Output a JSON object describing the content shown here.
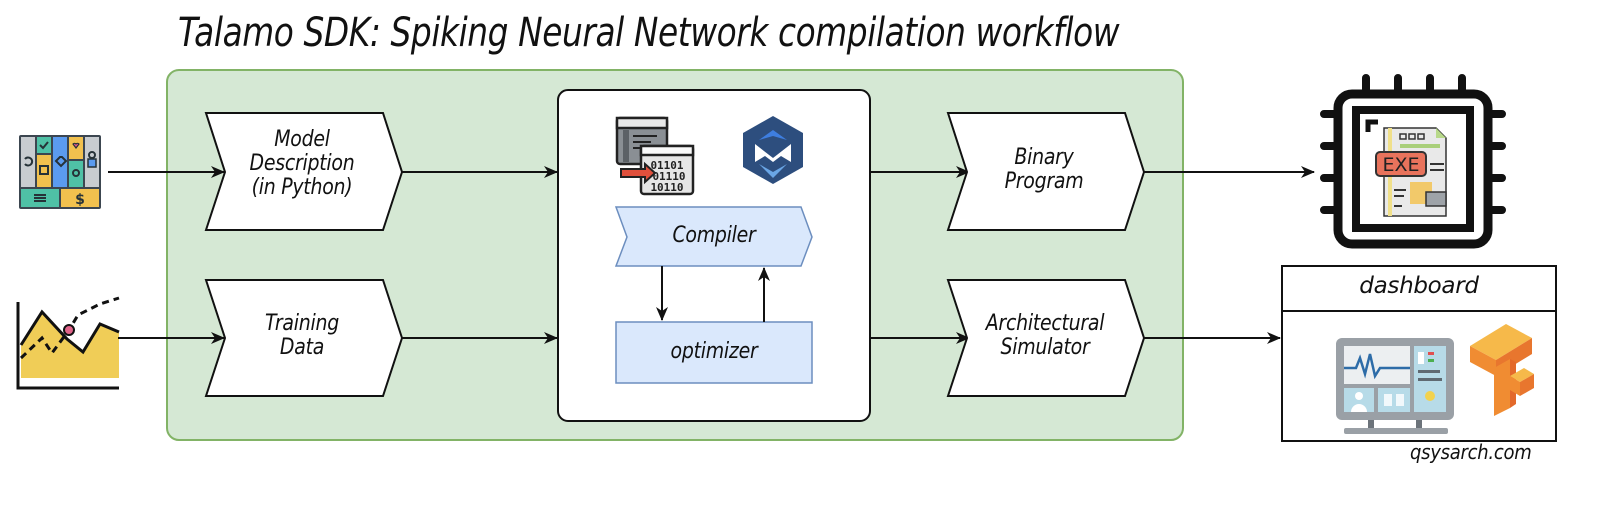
{
  "title": "Talamo SDK: Spiking Neural Network compilation workflow",
  "colors": {
    "panel_fill": "#d5e8d4",
    "panel_border": "#82b366",
    "compiler_fill": "#dae8fc",
    "compiler_border": "#6c8ebf",
    "ink": "#111111"
  },
  "inputs": [
    {
      "icon": "kanban-board-icon",
      "label": "Model\nDescription\n(in Python)",
      "lines": [
        "Model",
        "Description",
        "(in Python)"
      ]
    },
    {
      "icon": "area-chart-icon",
      "label": "Training Data",
      "lines": [
        "Training",
        "Data"
      ]
    }
  ],
  "compiler_block": {
    "icons": [
      "code-to-binary-icon",
      "m-hexagon-logo-icon"
    ],
    "compiler_label": "Compiler",
    "optimizer_label": "optimizer"
  },
  "outputs": [
    {
      "lines": [
        "Binary",
        "Program"
      ],
      "target_icon": "chip-exe-icon"
    },
    {
      "lines": [
        "Architectural",
        "Simulator"
      ],
      "target": "dashboard"
    }
  ],
  "dashboard": {
    "title": "dashboard",
    "icons": [
      "monitor-dashboard-icon",
      "tensorflow-logo-icon"
    ]
  },
  "watermark": "qsysarch.com"
}
